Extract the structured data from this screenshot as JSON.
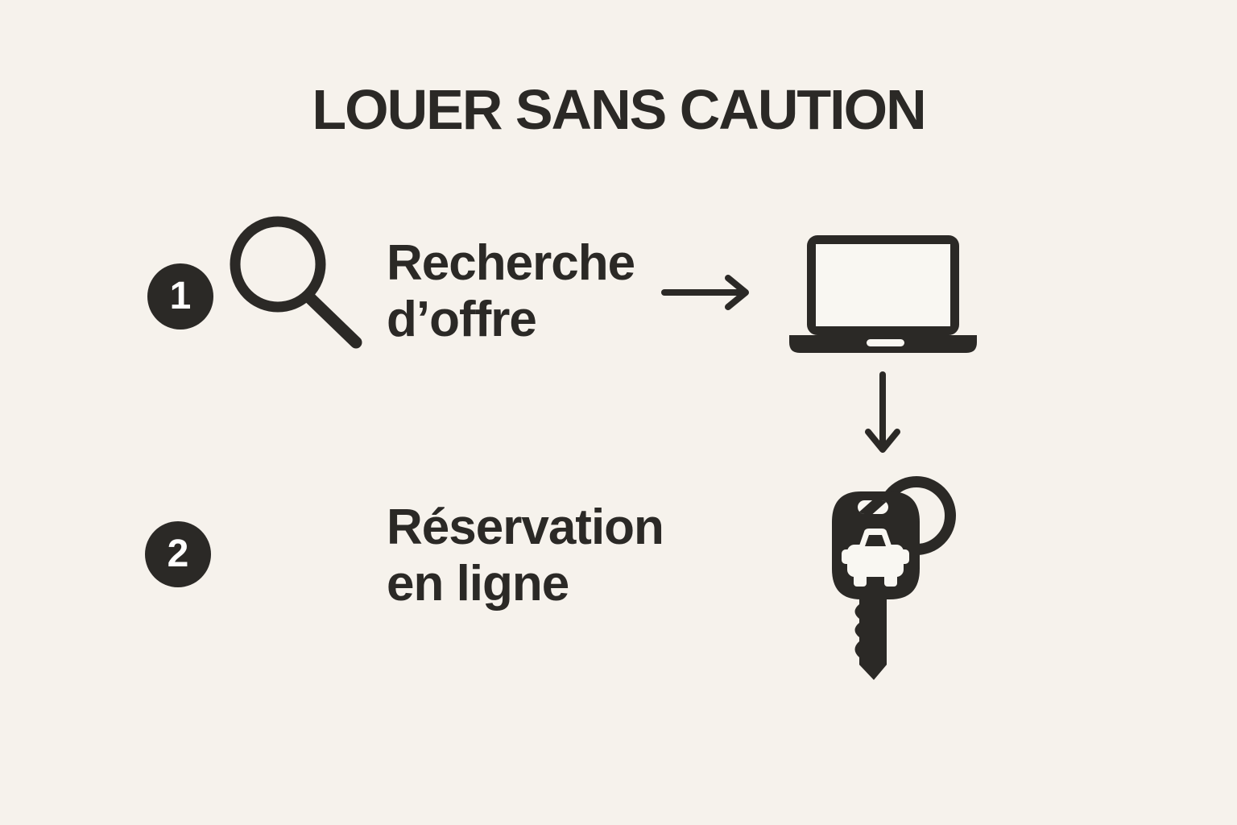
{
  "title": "LOUER SANS CAUTION",
  "colors": {
    "background": "#f6f2ec",
    "ink": "#2b2926",
    "cutout": "#f9f7f2",
    "badge_text": "#ffffff"
  },
  "steps": [
    {
      "number": "1",
      "label_line1": "Recherche",
      "label_line2": "d’offre",
      "icon": "magnifier-icon",
      "flow_icon": "arrow-right-icon",
      "result_icon": "laptop-icon"
    },
    {
      "number": "2",
      "label_line1": "Réservation",
      "label_line2": "en ligne",
      "icon": "car-key-icon",
      "flow_icon": "arrow-down-icon",
      "result_icon": "car-key-icon"
    }
  ]
}
